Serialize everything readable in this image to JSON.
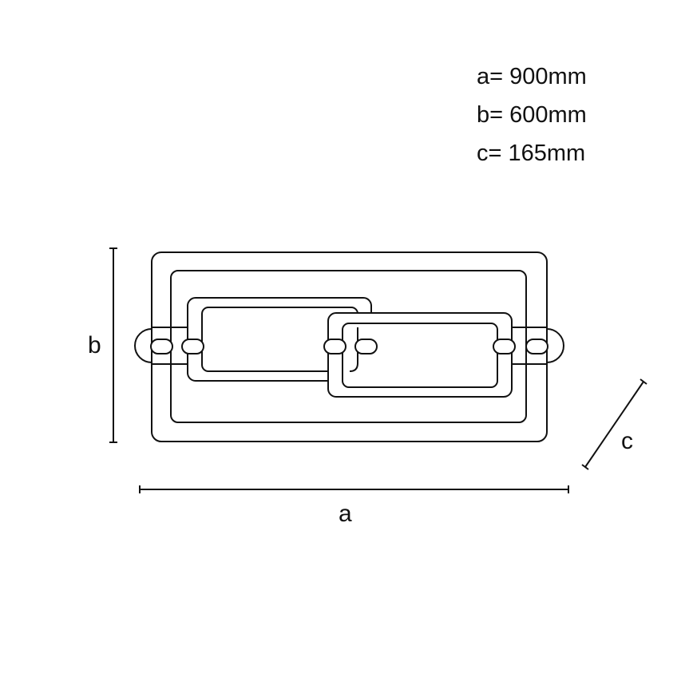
{
  "specs": {
    "a": "a= 900mm",
    "b": "b= 600mm",
    "c": "c= 165mm"
  },
  "labels": {
    "a": "a",
    "b": "b",
    "c": "c"
  },
  "colors": {
    "line": "#111111",
    "background": "#ffffff"
  }
}
